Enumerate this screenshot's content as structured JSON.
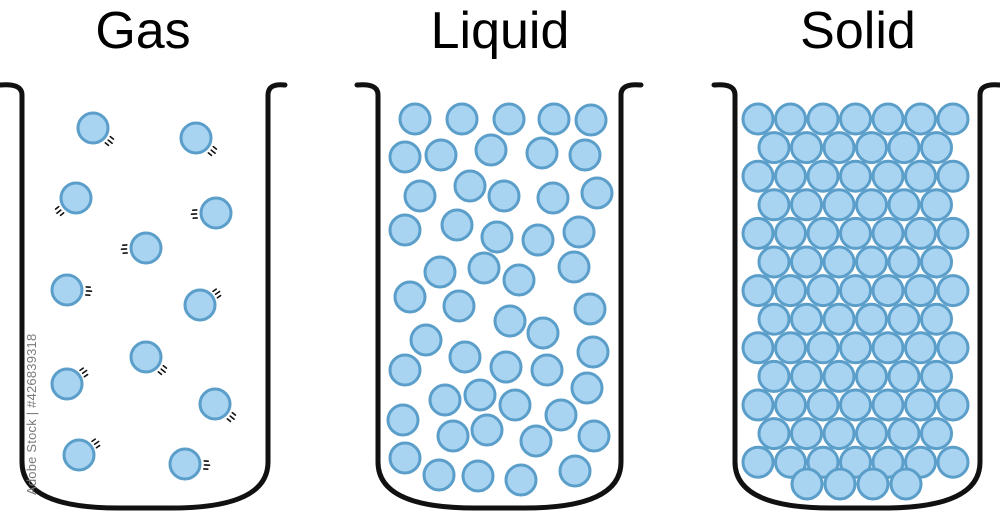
{
  "containers": [
    {
      "key": "gas",
      "title": "Gas"
    },
    {
      "key": "liquid",
      "title": "Liquid"
    },
    {
      "key": "solid",
      "title": "Solid"
    }
  ],
  "colors": {
    "particle_fill": "#a8d4f2",
    "particle_stroke": "#5a9ec9",
    "beaker_stroke": "#111111",
    "motion_lines": "#111111"
  },
  "watermark": "Adobe Stock | #426839318"
}
